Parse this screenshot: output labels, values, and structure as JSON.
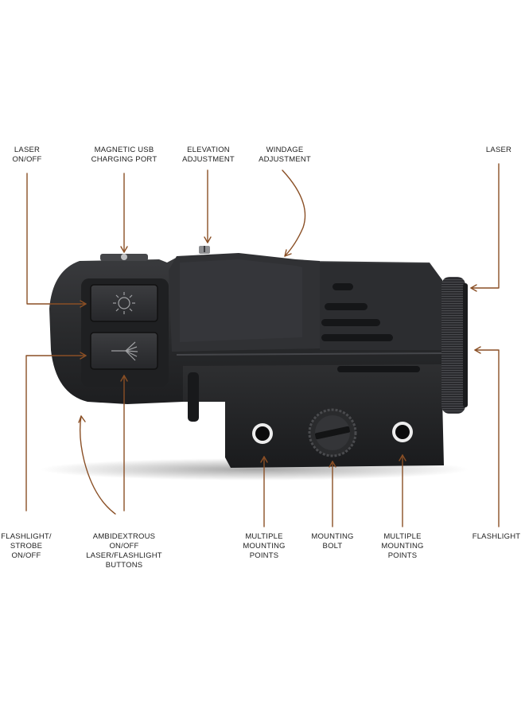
{
  "callouts": {
    "laser_on_off": [
      "LASER",
      "ON/OFF"
    ],
    "magnetic_usb": [
      "MAGNETIC USB",
      "CHARGING PORT"
    ],
    "elevation": [
      "ELEVATION",
      "ADJUSTMENT"
    ],
    "windage": [
      "WINDAGE",
      "ADJUSTMENT"
    ],
    "laser": [
      "LASER"
    ],
    "flashlight_strobe": [
      "FLASHLIGHT/",
      "STROBE",
      "ON/OFF"
    ],
    "ambidextrous": [
      "AMBIDEXTROUS",
      "ON/OFF",
      "LASER/FLASHLIGHT",
      "BUTTONS"
    ],
    "mounting_points_left": [
      "MULTIPLE",
      "MOUNTING",
      "POINTS"
    ],
    "mounting_bolt": [
      "MOUNTING",
      "BOLT"
    ],
    "mounting_points_right": [
      "MULTIPLE",
      "MOUNTING",
      "POINTS"
    ],
    "flashlight": [
      "FLASHLIGHT"
    ]
  },
  "colors": {
    "leader_line": "#8a4f25",
    "label_text": "#222222",
    "device_body": "#2b2c2e",
    "device_dark": "#1c1d1f"
  },
  "icons": {
    "laser_button": "sun-icon",
    "flashlight_button": "flashlight-beam-icon"
  }
}
